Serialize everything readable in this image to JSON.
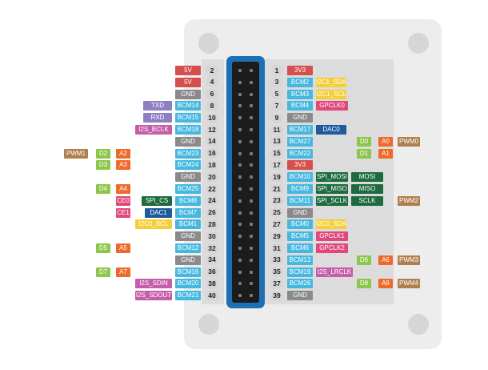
{
  "colors": {
    "power5v": "#d64f4f",
    "power3v3": "#d64f4f",
    "gnd": "#8a8a8a",
    "bcm": "#46b8e0",
    "uart": "#8e7fc4",
    "i2s": "#c45ea8",
    "i2c": "#f4cf3b",
    "gpclk": "#e0487c",
    "spi": "#1d6b3f",
    "dac": "#1f5b9c",
    "adc": "#ef6a2a",
    "digital": "#8dc64a",
    "pwm": "#b07f4f"
  },
  "pins": [
    {
      "num": "1",
      "tags": [
        {
          "text": "3V3",
          "type": "power3v3"
        }
      ]
    },
    {
      "num": "2",
      "tags": [
        {
          "text": "5V",
          "type": "power5v"
        }
      ]
    },
    {
      "num": "3",
      "tags": [
        {
          "text": "BCM2",
          "type": "bcm"
        },
        {
          "text": "I2C1_SDA",
          "type": "i2c"
        }
      ]
    },
    {
      "num": "4",
      "tags": [
        {
          "text": "5V",
          "type": "power5v"
        }
      ]
    },
    {
      "num": "5",
      "tags": [
        {
          "text": "BCM3",
          "type": "bcm"
        },
        {
          "text": "I2C1_SCL",
          "type": "i2c"
        }
      ]
    },
    {
      "num": "6",
      "tags": [
        {
          "text": "GND",
          "type": "gnd"
        }
      ]
    },
    {
      "num": "7",
      "tags": [
        {
          "text": "BCM4",
          "type": "bcm"
        },
        {
          "text": "GPCLK0",
          "type": "gpclk"
        }
      ]
    },
    {
      "num": "8",
      "tags": [
        {
          "text": "BCM14",
          "type": "bcm"
        },
        {
          "text": "TXD",
          "type": "uart"
        }
      ]
    },
    {
      "num": "9",
      "tags": [
        {
          "text": "GND",
          "type": "gnd"
        }
      ]
    },
    {
      "num": "10",
      "tags": [
        {
          "text": "BCM15",
          "type": "bcm"
        },
        {
          "text": "RXD",
          "type": "uart"
        }
      ]
    },
    {
      "num": "11",
      "tags": [
        {
          "text": "BCM17",
          "type": "bcm"
        },
        {
          "text": "DAC0",
          "type": "dac"
        }
      ]
    },
    {
      "num": "12",
      "tags": [
        {
          "text": "BCM18",
          "type": "bcm"
        },
        {
          "text": "I2S_BCLK",
          "type": "i2s"
        }
      ]
    },
    {
      "num": "13",
      "tags": [
        {
          "text": "BCM27",
          "type": "bcm"
        },
        {
          "text": "D0",
          "type": "digital"
        },
        {
          "text": "A0",
          "type": "adc"
        },
        {
          "text": "PWM0",
          "type": "pwm"
        }
      ]
    },
    {
      "num": "14",
      "tags": [
        {
          "text": "GND",
          "type": "gnd"
        }
      ]
    },
    {
      "num": "15",
      "tags": [
        {
          "text": "BCM22",
          "type": "bcm"
        },
        {
          "text": "D1",
          "type": "digital"
        },
        {
          "text": "A1",
          "type": "adc"
        }
      ]
    },
    {
      "num": "16",
      "tags": [
        {
          "text": "BCM23",
          "type": "bcm"
        },
        {
          "text": "A2",
          "type": "adc"
        },
        {
          "text": "D2",
          "type": "digital"
        },
        {
          "text": "PWM1",
          "type": "pwm"
        }
      ]
    },
    {
      "num": "17",
      "tags": [
        {
          "text": "3V3",
          "type": "power3v3"
        }
      ]
    },
    {
      "num": "18",
      "tags": [
        {
          "text": "BCM24",
          "type": "bcm"
        },
        {
          "text": "A3",
          "type": "adc"
        },
        {
          "text": "D3",
          "type": "digital"
        }
      ]
    },
    {
      "num": "19",
      "tags": [
        {
          "text": "BCM10",
          "type": "bcm"
        },
        {
          "text": "SPI_MOSI",
          "type": "spi"
        },
        {
          "text": "MOSI",
          "type": "spi"
        }
      ]
    },
    {
      "num": "20",
      "tags": [
        {
          "text": "GND",
          "type": "gnd"
        }
      ]
    },
    {
      "num": "21",
      "tags": [
        {
          "text": "BCM9",
          "type": "bcm"
        },
        {
          "text": "SPI_MISO",
          "type": "spi"
        },
        {
          "text": "MISO",
          "type": "spi"
        }
      ]
    },
    {
      "num": "22",
      "tags": [
        {
          "text": "BCM25",
          "type": "bcm"
        },
        {
          "text": "A4",
          "type": "adc"
        },
        {
          "text": "D4",
          "type": "digital"
        }
      ]
    },
    {
      "num": "23",
      "tags": [
        {
          "text": "BCM11",
          "type": "bcm"
        },
        {
          "text": "SPI_SCLK",
          "type": "spi"
        },
        {
          "text": "SCLK",
          "type": "spi"
        },
        {
          "text": "PWM2",
          "type": "pwm"
        }
      ]
    },
    {
      "num": "24",
      "tags": [
        {
          "text": "BCM8",
          "type": "bcm"
        },
        {
          "text": "SPI_CS",
          "type": "spi"
        },
        {
          "text": "CE0",
          "type": "gpclk"
        }
      ]
    },
    {
      "num": "25",
      "tags": [
        {
          "text": "GND",
          "type": "gnd"
        }
      ]
    },
    {
      "num": "26",
      "tags": [
        {
          "text": "BCM7",
          "type": "bcm"
        },
        {
          "text": "DAC1",
          "type": "dac"
        },
        {
          "text": "CE1",
          "type": "gpclk"
        }
      ]
    },
    {
      "num": "27",
      "tags": [
        {
          "text": "BCM0",
          "type": "bcm"
        },
        {
          "text": "I2C0_SDA",
          "type": "i2c"
        }
      ]
    },
    {
      "num": "28",
      "tags": [
        {
          "text": "BCM1",
          "type": "bcm"
        },
        {
          "text": "I2C0_SCL",
          "type": "i2c"
        }
      ]
    },
    {
      "num": "29",
      "tags": [
        {
          "text": "BCM5",
          "type": "bcm"
        },
        {
          "text": "GPCLK1",
          "type": "gpclk"
        }
      ]
    },
    {
      "num": "30",
      "tags": [
        {
          "text": "GND",
          "type": "gnd"
        }
      ]
    },
    {
      "num": "31",
      "tags": [
        {
          "text": "BCM6",
          "type": "bcm"
        },
        {
          "text": "GPCLK2",
          "type": "gpclk"
        }
      ]
    },
    {
      "num": "32",
      "tags": [
        {
          "text": "BCM12",
          "type": "bcm"
        },
        {
          "text": "A5",
          "type": "adc"
        },
        {
          "text": "D5",
          "type": "digital"
        }
      ]
    },
    {
      "num": "33",
      "tags": [
        {
          "text": "BCM13",
          "type": "bcm"
        },
        {
          "text": "D6",
          "type": "digital"
        },
        {
          "text": "A6",
          "type": "adc"
        },
        {
          "text": "PWM3",
          "type": "pwm"
        }
      ]
    },
    {
      "num": "34",
      "tags": [
        {
          "text": "GND",
          "type": "gnd"
        }
      ]
    },
    {
      "num": "35",
      "tags": [
        {
          "text": "BCM19",
          "type": "bcm"
        },
        {
          "text": "I2S_LRCLK",
          "type": "i2s"
        }
      ]
    },
    {
      "num": "36",
      "tags": [
        {
          "text": "BCM16",
          "type": "bcm"
        },
        {
          "text": "A7",
          "type": "adc"
        },
        {
          "text": "D7",
          "type": "digital"
        }
      ]
    },
    {
      "num": "37",
      "tags": [
        {
          "text": "BCM26",
          "type": "bcm"
        },
        {
          "text": "D8",
          "type": "digital"
        },
        {
          "text": "A8",
          "type": "adc"
        },
        {
          "text": "PWM4",
          "type": "pwm"
        }
      ]
    },
    {
      "num": "38",
      "tags": [
        {
          "text": "BCM20",
          "type": "bcm"
        },
        {
          "text": "I2S_SDIN",
          "type": "i2s"
        }
      ]
    },
    {
      "num": "39",
      "tags": [
        {
          "text": "GND",
          "type": "gnd"
        }
      ]
    },
    {
      "num": "40",
      "tags": [
        {
          "text": "BCM21",
          "type": "bcm"
        },
        {
          "text": "I2S_SDOUT",
          "type": "i2s"
        }
      ]
    }
  ]
}
